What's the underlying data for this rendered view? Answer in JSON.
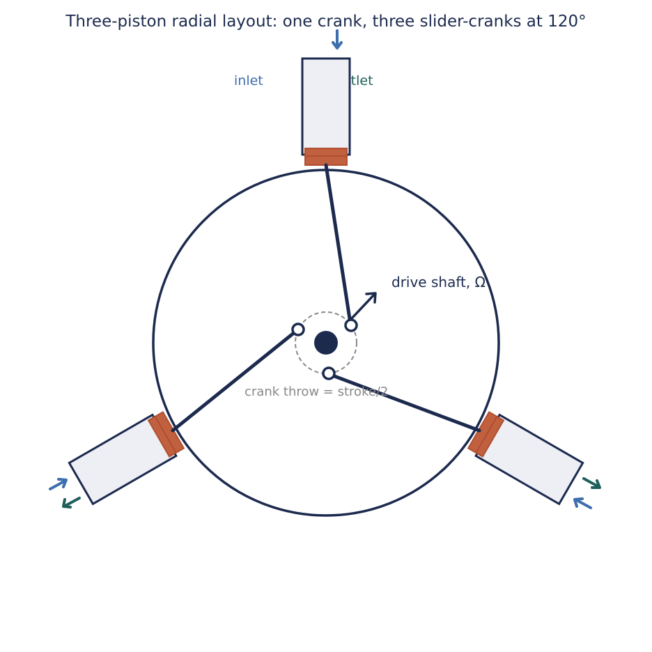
{
  "title": "Three-piston radial layout: one crank, three slider-cranks at 120°",
  "labels": {
    "inlet": "inlet",
    "outlet": "outlet",
    "drive_shaft": "drive shaft, Ω",
    "crank_throw": "crank throw = stroke/2"
  },
  "colors": {
    "primary": "#1c2a4e",
    "piston": "#c0603f",
    "inlet_arrow": "#3d6ead",
    "outlet_arrow": "#1f5f5b",
    "cylinder_fill": "#edeff5",
    "annotation_gray": "#888888"
  },
  "components": {
    "cylinder_count": 3,
    "cylinder_spacing_deg": 120
  }
}
